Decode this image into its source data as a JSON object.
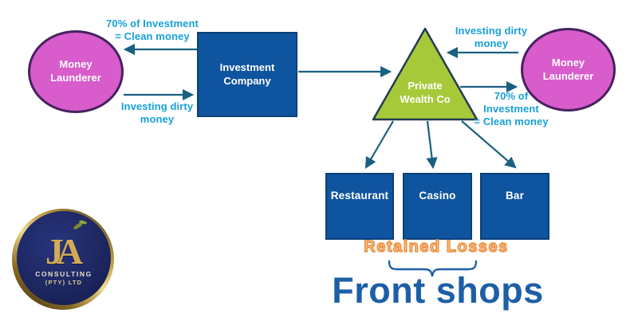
{
  "colors": {
    "launderer_pink": "#d85ccb",
    "launderer_outline": "#46215f",
    "company_blue": "#0f549e",
    "wealthco_green": "#a6c939",
    "wealthco_outline": "#233a56",
    "flow_label_cyan": "#17a0da",
    "arrow": "#1a6080",
    "front_shops_blue": "#1d5fa7",
    "retained_losses_orange": "#ec8f40",
    "logo_navy": "#1d2761",
    "logo_gold": "#d2ab55"
  },
  "nodes": {
    "left_launderer": "Money\nLaunderer",
    "investment_company": "Investment\nCompany",
    "private_wealth": "Private\nWealth Co",
    "right_launderer": "Money\nLaunderer",
    "shops": [
      "Restaurant",
      "Casino",
      "Bar"
    ]
  },
  "labels": {
    "left_clean": "70% of Investment\n= Clean money",
    "left_dirty": "Investing dirty\nmoney",
    "right_dirty": "Investing dirty\nmoney",
    "right_clean": "70% of\nInvestment\n= Clean money",
    "retained_losses": "Retained Losses",
    "front_shops": "Front shops"
  },
  "logo": {
    "monogram": "JA",
    "line1": "CONSULTING",
    "line2": "(PTY) LTD"
  }
}
